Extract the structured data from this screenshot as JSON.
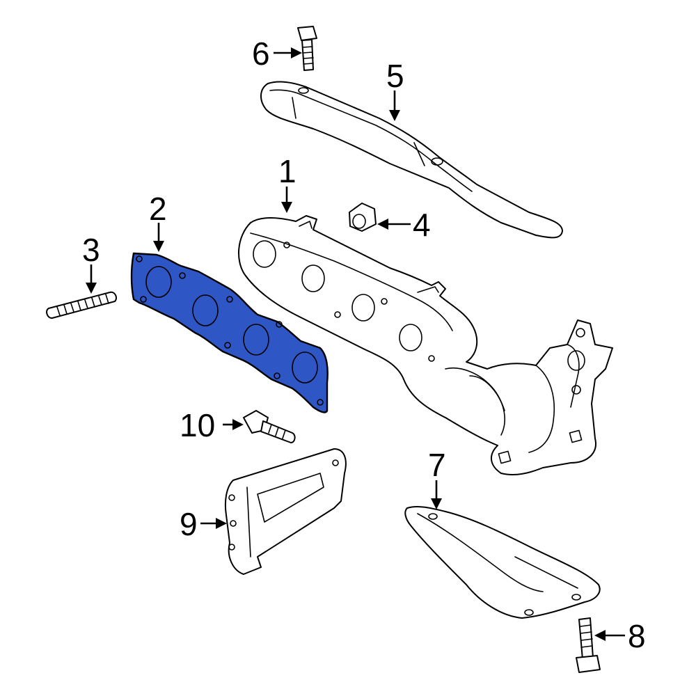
{
  "colors": {
    "highlight": "#2E56C4",
    "line": "#000000",
    "background": "#FFFFFF"
  },
  "callouts": [
    {
      "id": "1",
      "label": "1"
    },
    {
      "id": "2",
      "label": "2"
    },
    {
      "id": "3",
      "label": "3"
    },
    {
      "id": "4",
      "label": "4"
    },
    {
      "id": "5",
      "label": "5"
    },
    {
      "id": "6",
      "label": "6"
    },
    {
      "id": "7",
      "label": "7"
    },
    {
      "id": "8",
      "label": "8"
    },
    {
      "id": "9",
      "label": "9"
    },
    {
      "id": "10",
      "label": "10"
    }
  ],
  "highlighted_part": "2"
}
